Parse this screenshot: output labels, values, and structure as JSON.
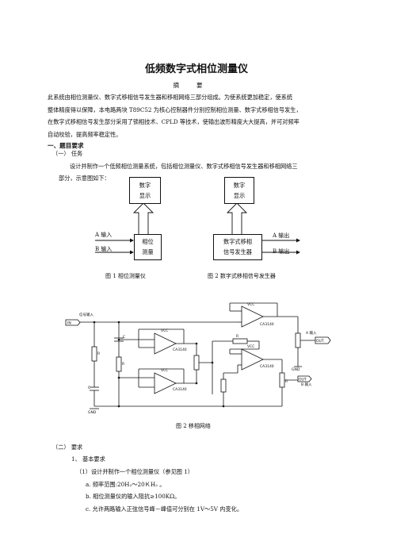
{
  "doc": {
    "title": "低频数字式相位测量仪",
    "abstract_heading": "摘要",
    "abstract_lines": [
      "此系统由相位测量仪、数字式移相信号发生器和移相网络三部分组成。为使系统更加稳定，使系统",
      "整体精度得以保障，本电路两块 T89C52 为核心控制器件分别控制相位测量、数字式移相信号发生，",
      "在数字式移相信号发生部分采用了锁相技术、CPLD 等技术，使输出波形精度大大提高，并可对频率",
      "自动校验，提高频率稳定性。"
    ],
    "section1": "一、题目要求",
    "sub1": "（一） 任务",
    "task_lines": [
      "设计并制作一个低频相位测量系统，包括相位测量仪、数字式移相信号发生器和移相网络三",
      "部分，示意图如下："
    ],
    "fig1": {
      "display": [
        "数字",
        "显示"
      ],
      "block": [
        "相位",
        "测量"
      ],
      "input_a": "A 输入",
      "input_b": "B 输入",
      "caption": "图 1   相位测量仪"
    },
    "fig2": {
      "display": [
        "数字",
        "显示"
      ],
      "block": [
        "数字式移相",
        "信号发生器"
      ],
      "output_a": "A 输出",
      "output_b": "B 输出",
      "caption": "图 2    数字式移相信号发生器"
    },
    "fig3": {
      "signal_in_label": "信号输入",
      "in_tag": "IN",
      "a_out_label": "A 输入",
      "b_out_label": "B 输入",
      "out_tag_a": "OUT",
      "out_tag_b": "OUT",
      "gnd": "GND",
      "opamp": "CA3140",
      "vcc": "VCC",
      "r": "R",
      "c": "C",
      "caption": "图 2      移相网络"
    },
    "sub2": "（二） 要求",
    "req1": "1、 基本要求",
    "req1_1": "（1）设计并制作一个相位测量仪（参见图 1）",
    "req_items": [
      "a.    频率范围:20H₂～20ＫH₂ 。",
      "b.    相位测量仪的输入阻抗≥100KΩ。",
      "c.    允许两路输入正弦信号峰－峰值可分别在 1V～5V 内变化。"
    ]
  }
}
